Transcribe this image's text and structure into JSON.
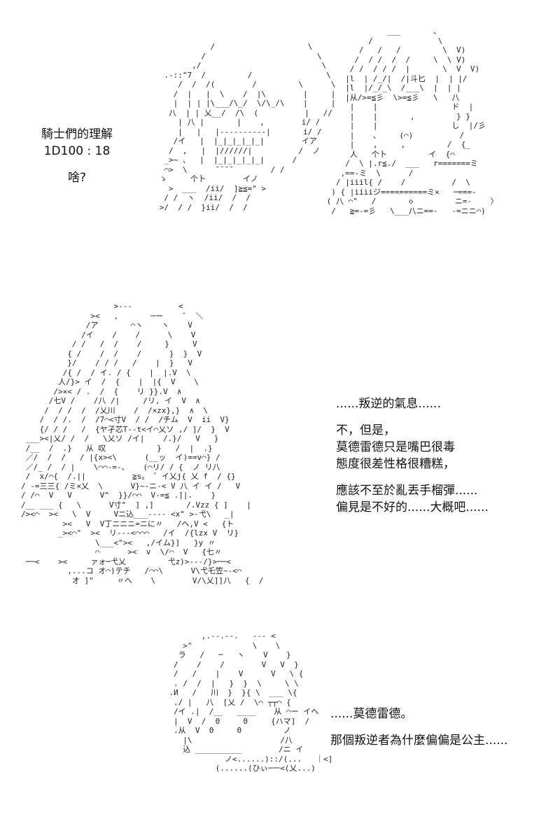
{
  "panels": [
    {
      "id": "panel-1",
      "caption": [
        "騎士們的理解",
        "1D100 : 18",
        "",
        "啥?"
      ],
      "art_left": "                 /                    \\\n               /                        \\\n             ,/                          \\\n       .-::\"7  /         /                \\\n          /  /  /(        /         \\      \\\n         /  |   |  \\    /  |\\        |     |\n         |  | | |\\___/\\_/  \\/\\_/\\    |     |\n        八  | | 乂__/  /\\  (          |   //\n          | 八 |       |    ,        i/ /\n          |   |   |----------|       i/ /\n         /イ   |  |_|_|_|_|_|        イア\n        /  ,   |  |//////|          /  ノ\n       _>~ 、  |  |_|_|_|_|_|      /\n       ⌒>  \\      ̄ ̄ ̄ ̄         / /\n      ゝ     个卜        イノ\n        >  ___  /ii/  ]≧≦=\" >\n       / /  ヽ  /ii/  /  /\n      >/  / /  }ii/  /  /",
      "art_right": "              ___       、\n          /              \\\n        /   /   /         \\  V)\n       /  / /  /  /     \\  \\ V)\n      / /  / / /  |       \\  V  V)\n     |l  | /_/|  /|斗匕  |  | |/\n     |l  |/_/_\\  /___\\  |  | |\n     |从/>=≦彡  \\>=≦彡   \\   八\n      |    |                ド  |\n      |    |       ,         } }\n      |    |                し  |/彡\n      |    、    (⌒)          /\n      |    ,     ,         /  {_\n      人   个卜         イ  {⌒\n     /  \\ |.r≦./  ___   r=======ミ\n    ,==-ミ  \\      /\n   / |iiil{ /    /          /  \\\n  ) { |iiiiジ==========ミ×   ─===-\n ( 八 ⌒\"   /       ◇         ニ=-    〉\n  /   ≧=-=彡   \\___八ニ==-   -=ニニ⌒)"
    },
    {
      "id": "panel-2",
      "caption": [
        "......叛逆的氣息......",
        "",
        "不，但是，",
        "莫德雷德只是嘴巴很毒",
        "態度很差性格很糟糕，",
        "",
        "應該不至於亂丟手榴彈......",
        "偏見是不好的......大概吧......"
      ],
      "art": "                    >---          <\n               ><   ,       ─ー    ̄   ＼\n              /ア       ⌒ヽ    ヽ    V\n             /イ    /    /      \\    V\n           / /   /  /    /     }     V\n          { /    /  /    /      }  }  V\n          }/    / / /   /    |  }   V\n         /{ /  / イ. / {    |  |.V  \\\n        人/}> イ  /  {    |  |{  V    \\\n       />×< / .  /  {    リ }}.V  ∧\n      /七V /    /八 /|     /リ, イ  V  ∧\n     /  / /  /  /乂川    /  /×zx},}  ∧  \\\n    /  / /.  /  /7⌒<寸V  / /  /チム  V  ii  V}\n    {/ / /   /  {ヤ孑芯T--t<イ⌒乂ソ ,/ ]/  }  V\n ___><|乂/ /  /   \\乂ソ /イ|    /.}/   V   }\n /__  /  .}   从 叹           }   /  |  .}\n ／/  /  /   / |{x><\\      (__ッ  イ)==v⌒} /\n ／/_ /  / |    \\⌒⌒-=-、   (⌒リ/ / {  ノ リ八\n /  x/⌒{  /.||          ≧s。 ゛イ乂j{ 乂 f  / {}\n/ -=三三{ /ミ×乂  \\      V}~-ニ-< V 八 イ イ /   V\n/ /⌒  V   V      V^  }}/⌒⌒  V-=≦ .]|.    }\n/__ ___ {   \\      V寸\"  ] ,]       /.Vzz { ]    |\n/><⌒  ><   \\  V     Vニ込___---- <x\" >-弋\\   _|\n         ><   V  V丁ニニニ=ニに〃   /へ,V <   {ト\n        _><⌒\"  ><  リ---<⌒⌒⌒   /イ  /{lzx V  リ}\n                \\___<\"><   ,/イム}]   }y 〃\n                ⌒      ><  v  \\/⌒  V   {七〃\n ──<    ><     ァォ─弋乂         弋z)>---/}>──<\n          ,...コ オ⌒)テチ   /⌒⌒\\      V\\弋乇笠~-<⌒\n           オ ]\"     〃へ    \\        V/\\乂]]八   {  /"
    },
    {
      "id": "panel-3",
      "caption": [
        "......莫德雷德。",
        "",
        "那個叛逆者為什麼偏偏是公主......"
      ],
      "art": "              ,.--.--.   --- <\n          >\"             \\    \\\n         ラ   /   ─   ヽ    V    }\n        /    /    /        V   V  }\n        /   /    |    V      V   \\ {\n        . /  /  |   }  }  \\     \\ \\\n       .И   /   川  }  }{ \\  ___ \\{\n        ./ |   八  [乂 /  \\⌒ ┬┬⌒ {\n        /イ .|  /__   ____    从 ⌒ー イへ\n        |  V  /  0     0     {ハマ]  /\n        .从  V  0     0         ノ\n          |\\                   /八\n          込 __________        /ニ イ\n                   ノ<......)::/(...   ｜<]\n                 (......(ひぃ─一<(乂...)"
    }
  ]
}
